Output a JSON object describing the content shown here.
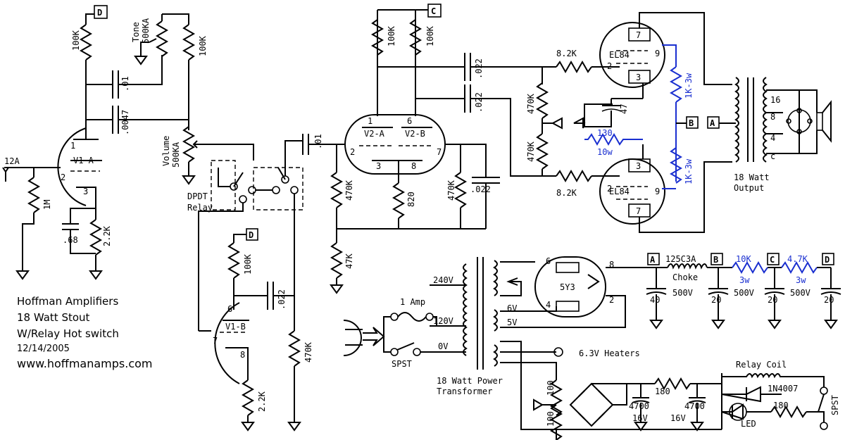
{
  "title_block": {
    "company": "Hoffman Amplifiers",
    "model": "18 Watt Stout",
    "feature": "W/Relay Hot switch",
    "date": "12/14/2005",
    "website": "www.hoffmanamps.com"
  },
  "nodes": {
    "d": "D",
    "c": "C",
    "b": "B",
    "a": "A"
  },
  "input": {
    "label": "12A"
  },
  "tubes": {
    "v1a": "V1-A",
    "v1b": "V1-B",
    "v2a": "V2-A",
    "v2b": "V2-B",
    "el84_top": "EL84",
    "el84_bottom": "EL84",
    "rectifier": "5Y3"
  },
  "pins": {
    "v1a": [
      "1",
      "2",
      "3"
    ],
    "v1b": [
      "6",
      "7",
      "8"
    ],
    "v2": [
      "1",
      "6",
      "2",
      "7",
      "3",
      "8"
    ],
    "el84_top": [
      "7",
      "2",
      "9",
      "3"
    ],
    "el84_bottom": [
      "3",
      "2",
      "9",
      "7"
    ],
    "rectifier": [
      "6",
      "8",
      "4",
      "2"
    ]
  },
  "resistors": {
    "r_100k_d": "100K",
    "r_tone": "Tone",
    "r_tone_value": "500KA",
    "r_100k_tone": "100K",
    "r_1m": "1M",
    "r_2k2_v1a": "2.2K",
    "r_volume": "Volume",
    "r_volume_value": "500KA",
    "r_100k_c1": "100K",
    "r_100k_c2": "100K",
    "r_470k_v2grid": "470K",
    "r_820": "820",
    "r_470k_v2b": "470K",
    "r_47k": "47K",
    "r_8k2_top": "8.2K",
    "r_8k2_bottom": "8.2K",
    "r_470k_pi1": "470K",
    "r_470k_pi2": "470K",
    "r_130": "130",
    "r_130_w": "10w",
    "r_1k_top": "1K-3w",
    "r_1k_bottom": "1K-3w",
    "r_100k_v1b": "100K",
    "r_470k_v1b": "470K",
    "r_2k2_v1b": "2.2K",
    "r_10k": "10K",
    "r_10k_w": "3w",
    "r_4k7": "4.7K",
    "r_4k7_w": "3w",
    "r_180_heater": "180",
    "r_180_led": "180",
    "r_100_a": "100",
    "r_100_b": "100"
  },
  "capacitors": {
    "c_01_tone": ".01",
    "c_0047": ".0047",
    "c_68": ".68",
    "c_01_relay": ".01",
    "c_022_top": ".022",
    "c_022_mid": ".022",
    "c_022_v2b": ".022",
    "c_47": "47",
    "c_022_v1b": ".022",
    "c_40": "40",
    "c_20_b": "20",
    "c_20_c": "20",
    "c_20_d": "20",
    "c_4700_a": "4700",
    "c_4700_b": "4700",
    "c_16v_a": "16V",
    "c_16v_b": "16V"
  },
  "relay": {
    "label1": "DPDT",
    "label2": "Relay"
  },
  "output": {
    "label1": "18 Watt",
    "label2": "Output",
    "taps": [
      "16",
      "8",
      "4",
      "c"
    ]
  },
  "power": {
    "choke_model": "125C3A",
    "choke_label": "Choke",
    "v500_1": "500V",
    "v500_2": "500V",
    "v500_3": "500V",
    "v240": "240V",
    "v120": "120V",
    "v0": "0V",
    "v6": "6V",
    "v5": "5V",
    "fuse": "1 Amp",
    "switch": "SPST",
    "heaters": "6.3V Heaters",
    "pt_label1": "18 Watt Power",
    "pt_label2": "Transformer",
    "relay_coil": "Relay Coil",
    "diode": "1N4007",
    "led": "LED",
    "relay_switch": "SPST",
    "rect8": "8"
  }
}
